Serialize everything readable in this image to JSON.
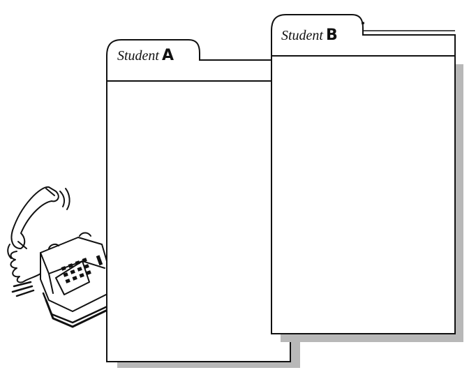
{
  "folders": [
    {
      "word": "Student",
      "letter": "A"
    },
    {
      "word": "Student",
      "letter": "B"
    }
  ],
  "illustration": {
    "icon": "telephone-icon"
  },
  "colors": {
    "line": "#111111",
    "shadow": "#b8b8b8",
    "paper": "#ffffff"
  }
}
